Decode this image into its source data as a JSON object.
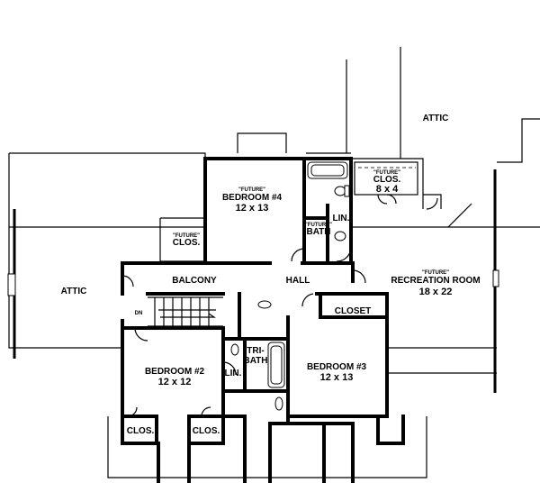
{
  "plan": {
    "rooms": {
      "attic_left": {
        "label": "ATTIC"
      },
      "attic_top": {
        "label": "ATTIC"
      },
      "bedroom4": {
        "tag": "\"FUTURE\"",
        "name": "BEDROOM #4",
        "size": "12 x 13"
      },
      "future_clos_top": {
        "tag": "\"FUTURE\"",
        "name": "CLOS.",
        "size": "8 x 4"
      },
      "future_clos_left": {
        "tag": "\"FUTURE\"",
        "name": "CLOS."
      },
      "future_bath": {
        "tag": "\"FUTURE\"",
        "name": "BATH"
      },
      "lin_top": {
        "label": "LIN."
      },
      "recreation": {
        "tag": "\"FUTURE\"",
        "name": "RECREATION ROOM",
        "size": "18 x 22"
      },
      "balcony": {
        "label": "BALCONY"
      },
      "hall": {
        "label": "HALL"
      },
      "dn": {
        "label": "DN"
      },
      "closet": {
        "label": "CLOSET"
      },
      "tri_bath": {
        "line1": "TRI-",
        "line2": "BATH"
      },
      "lin_mid": {
        "label": "LIN."
      },
      "bedroom2": {
        "name": "BEDROOM #2",
        "size": "12 x 12"
      },
      "bedroom3": {
        "name": "BEDROOM #3",
        "size": "12 x 13"
      },
      "clos_left": {
        "label": "CLOS."
      },
      "clos_right": {
        "label": "CLOS."
      }
    }
  }
}
